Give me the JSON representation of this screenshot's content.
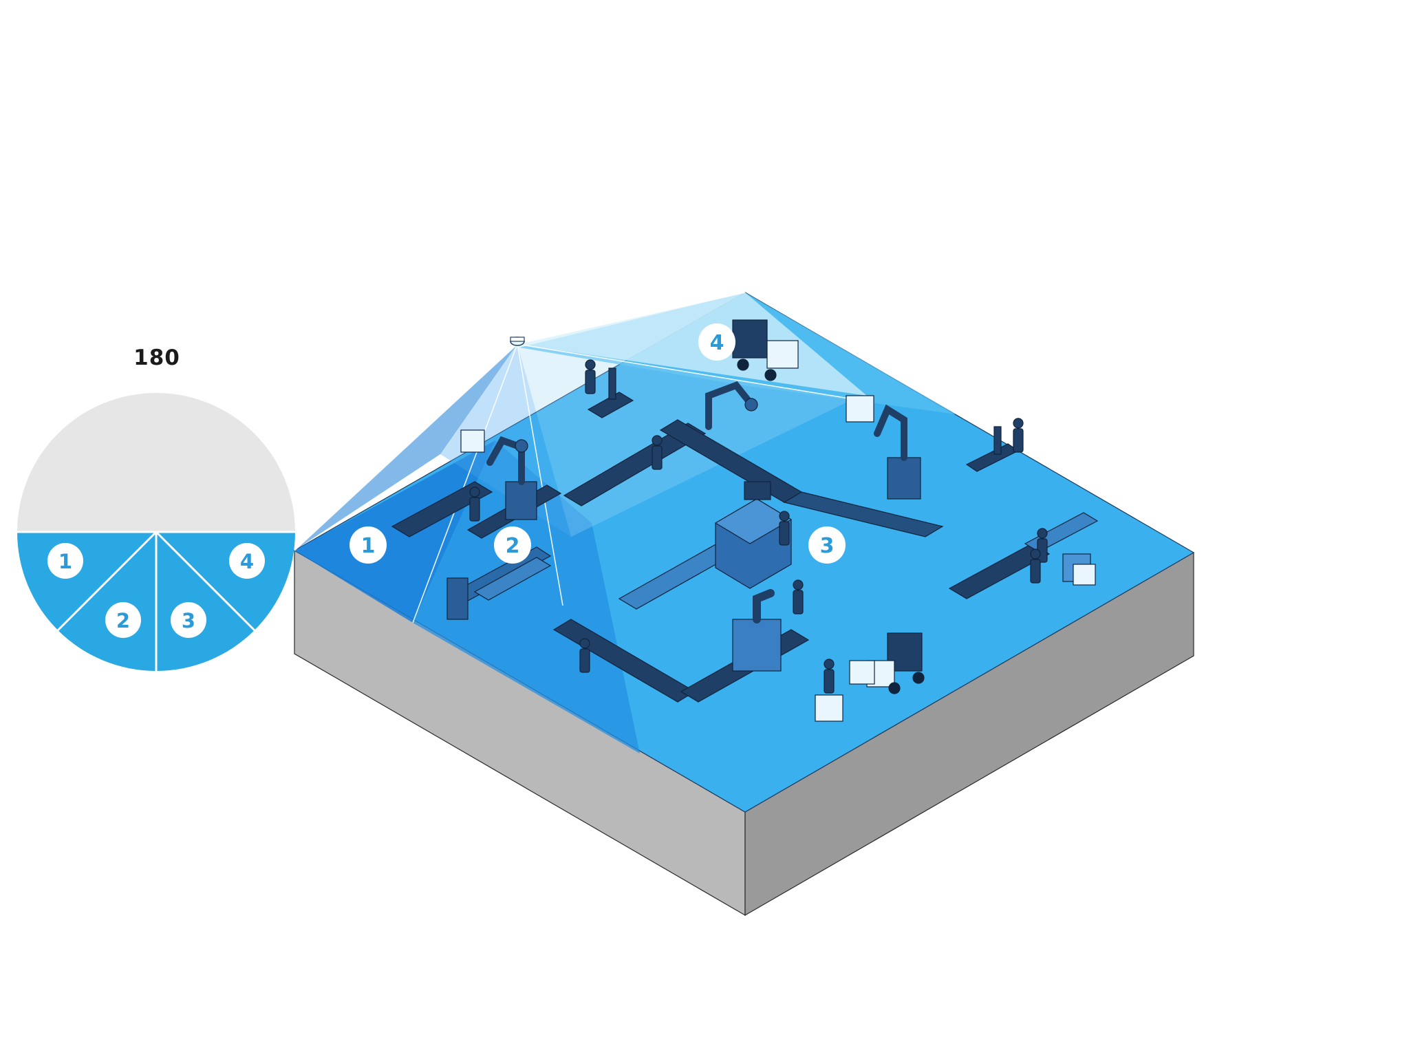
{
  "legend": {
    "angle_label": "180",
    "zones": [
      "1",
      "2",
      "3",
      "4"
    ]
  },
  "floor_badges": [
    "1",
    "2",
    "3",
    "4"
  ],
  "colors": {
    "zone_blue": "#2aa8e3",
    "floor_blue": "#3ab0ee",
    "deep_blue": "#1a7fd8",
    "beam_light": "#bfe7f8",
    "inactive_grey": "#e6e6e6",
    "side_grey_left": "#b9b9b9",
    "side_grey_right": "#9a9a9a",
    "machine_navy": "#1f3f66",
    "badge_text": "#2a9ad8"
  },
  "icons": [
    "ceiling-sensor-icon",
    "forklift-icon",
    "robot-arm-icon",
    "worker-icon",
    "conveyor-icon",
    "pallet-jack-icon",
    "crate-icon"
  ]
}
